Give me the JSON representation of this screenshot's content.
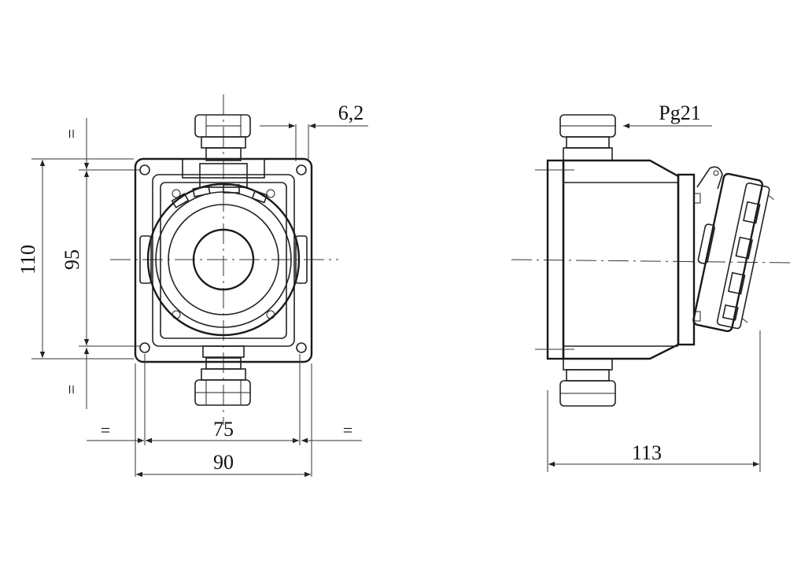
{
  "dimensions": {
    "width_total": "90",
    "width_holes": "75",
    "height_total": "110",
    "height_holes": "95",
    "offset": "6,2",
    "depth": "113",
    "thread": "Pg21",
    "equal_sign": "="
  }
}
